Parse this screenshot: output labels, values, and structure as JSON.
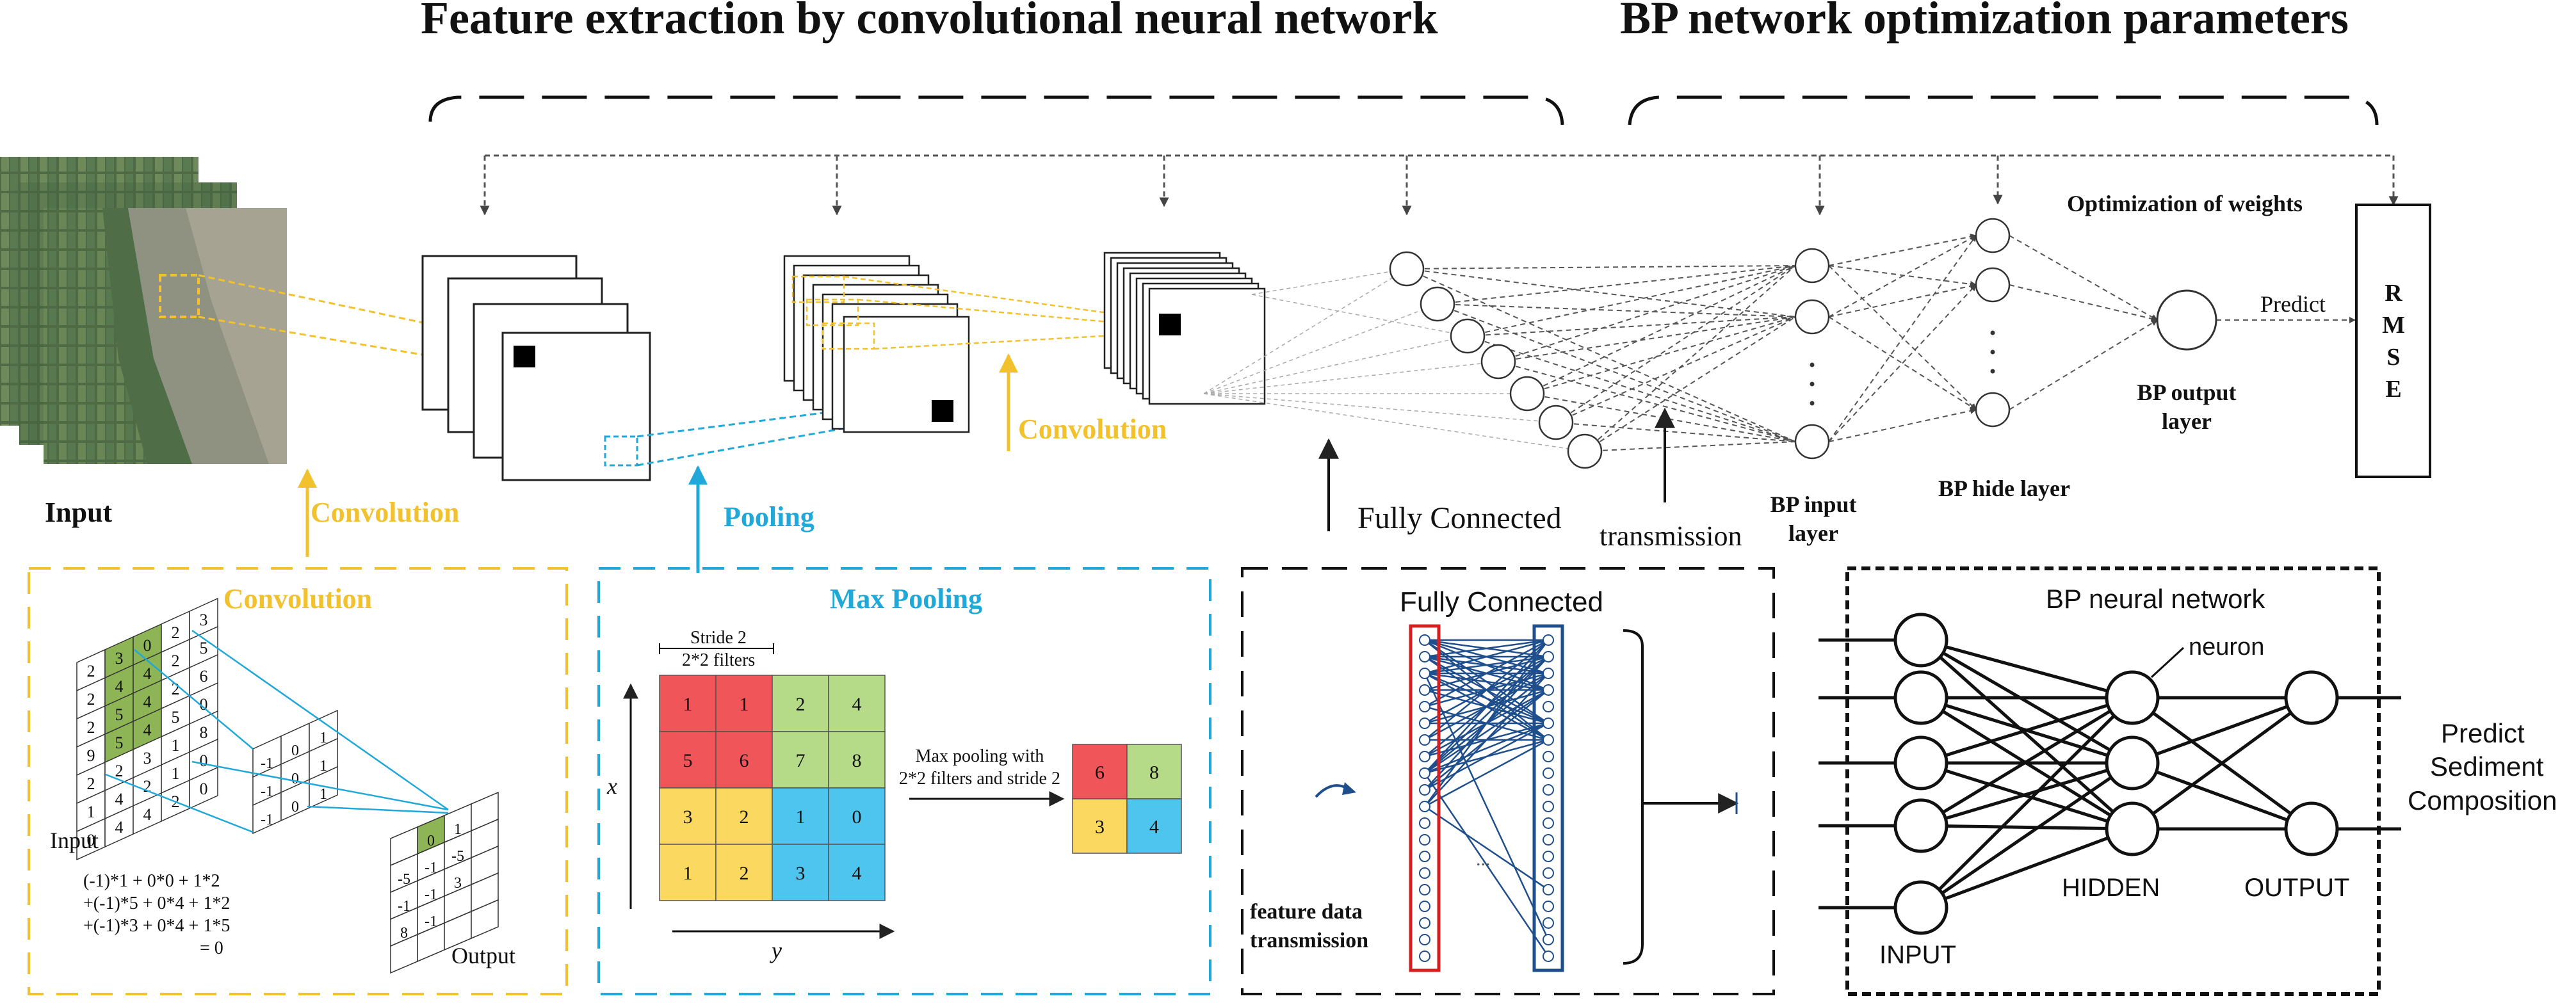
{
  "colors": {
    "yellow": "#f2c12e",
    "blue": "#1fa8d8",
    "dark_blue": "#1f4e8c",
    "red": "#d62020",
    "cell_red": "#f0555a",
    "cell_green": "#b5db88",
    "cell_yellow": "#fbd960",
    "cell_blue": "#4ec5ef",
    "conv_green": "#8db555"
  },
  "titles": {
    "cnn": "Feature extraction by convolutional neural network",
    "bp": "BP network optimization parameters"
  },
  "top_labels": {
    "input": "Input",
    "convolution_arrow": "Convolution",
    "pooling_arrow": "Pooling",
    "convolution_mid": "Convolution",
    "fully_connected": "Fully Connected",
    "transmission": "transmission",
    "bp_input_layer_1": "BP input",
    "bp_input_layer_2": "layer",
    "bp_hide_layer": "BP hide layer",
    "bp_output_layer_1": "BP output",
    "bp_output_layer_2": "layer",
    "optimization": "Optimization of weights",
    "predict": "Predict",
    "rmse": [
      "R",
      "M",
      "S",
      "E"
    ]
  },
  "conv_panel": {
    "title": "Convolution",
    "input_label": "Input",
    "output_label": "Output",
    "input_grid": [
      [
        "2",
        "3",
        "0",
        "2",
        "3"
      ],
      [
        "2",
        "4",
        "4",
        "2",
        "5"
      ],
      [
        "2",
        "5",
        "4",
        "2",
        "6"
      ],
      [
        "9",
        "5",
        "4",
        "5",
        "0"
      ],
      [
        "2",
        "2",
        "3",
        "1",
        "8"
      ],
      [
        "1",
        "4",
        "2",
        "1",
        "0"
      ],
      [
        "0",
        "4",
        "4",
        "2",
        "0"
      ]
    ],
    "kernel": [
      [
        "-1",
        "0",
        "1"
      ],
      [
        "-1",
        "0",
        "1"
      ],
      [
        "-1",
        "0",
        "1"
      ]
    ],
    "output_grid": [
      [
        "",
        "0",
        "1",
        ""
      ],
      [
        "-5",
        "-1",
        "-5",
        ""
      ],
      [
        "-1",
        "-1",
        "3",
        ""
      ],
      [
        "8",
        "-1",
        "",
        ""
      ],
      [
        "",
        "",
        "",
        ""
      ]
    ],
    "formula": [
      "(-1)*1 + 0*0 + 1*2",
      "+(-1)*5 + 0*4 + 1*2",
      "+(-1)*3 + 0*4 + 1*5",
      "= 0"
    ]
  },
  "pool_panel": {
    "title": "Max Pooling",
    "stride_label": "Stride 2",
    "filters_label": "2*2 filters",
    "grid": [
      [
        "1",
        "1",
        "2",
        "4"
      ],
      [
        "5",
        "6",
        "7",
        "8"
      ],
      [
        "3",
        "2",
        "1",
        "0"
      ],
      [
        "1",
        "2",
        "3",
        "4"
      ]
    ],
    "caption_1": "Max pooling with",
    "caption_2": "2*2 filters and stride 2",
    "result": [
      [
        "6",
        "8"
      ],
      [
        "3",
        "4"
      ]
    ],
    "x_axis": "x",
    "y_axis": "y"
  },
  "fc_panel": {
    "title": "Fully Connected",
    "feature_label_1": "feature data",
    "feature_label_2": "transmission",
    "ellipsis": "..."
  },
  "bp_panel": {
    "title": "BP neural network",
    "neuron": "neuron",
    "input": "INPUT",
    "hidden": "HIDDEN",
    "output": "OUTPUT",
    "predict_1": "Predict",
    "predict_2": "Sediment",
    "predict_3": "Composition"
  }
}
